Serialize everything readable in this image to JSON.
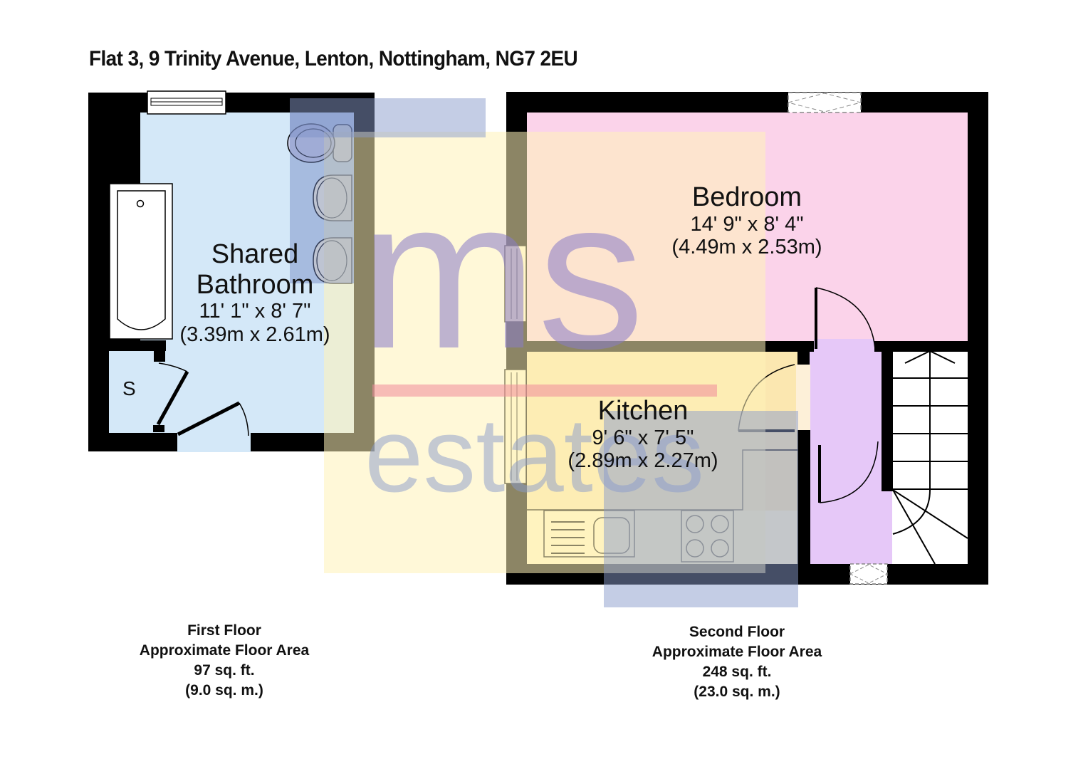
{
  "header": {
    "title": "Flat 3, 9 Trinity Avenue, Lenton, Nottingham, NG7 2EU"
  },
  "rooms": {
    "bathroom": {
      "name_line1": "Shared",
      "name_line2": "Bathroom",
      "dim_imperial": "11' 1\" x 8' 7\"",
      "dim_metric": "(3.39m x 2.61m)",
      "fill": "#d4e8f8"
    },
    "storage": {
      "label": "S"
    },
    "bedroom": {
      "name": "Bedroom",
      "dim_imperial": "14' 9\" x 8' 4\"",
      "dim_metric": "(4.49m x 2.53m)",
      "fill": "#fbd3ea"
    },
    "kitchen": {
      "name": "Kitchen",
      "dim_imperial": "9' 6\" x 7' 5\"",
      "dim_metric": "(2.89m x 2.27m)",
      "fill": "#fbe7b0"
    },
    "hallway": {
      "fill": "#e6c8f8"
    }
  },
  "floors": [
    {
      "name": "First Floor",
      "area_label": "Approximate Floor Area",
      "area_sqft": "97 sq. ft.",
      "area_sqm": "(9.0 sq. m.)"
    },
    {
      "name": "Second Floor",
      "area_label": "Approximate Floor Area",
      "area_sqft": "248 sq. ft.",
      "area_sqm": "(23.0 sq. m.)"
    }
  ],
  "watermark": {
    "top_text": "ms",
    "bottom_text": "estates",
    "colors": {
      "yellow": "#fff3b8",
      "blue": "#8a9ccc",
      "purple": "#8a7cc8",
      "pink": "#f08a9a"
    }
  },
  "colors": {
    "wall": "#000000",
    "background": "#ffffff"
  }
}
